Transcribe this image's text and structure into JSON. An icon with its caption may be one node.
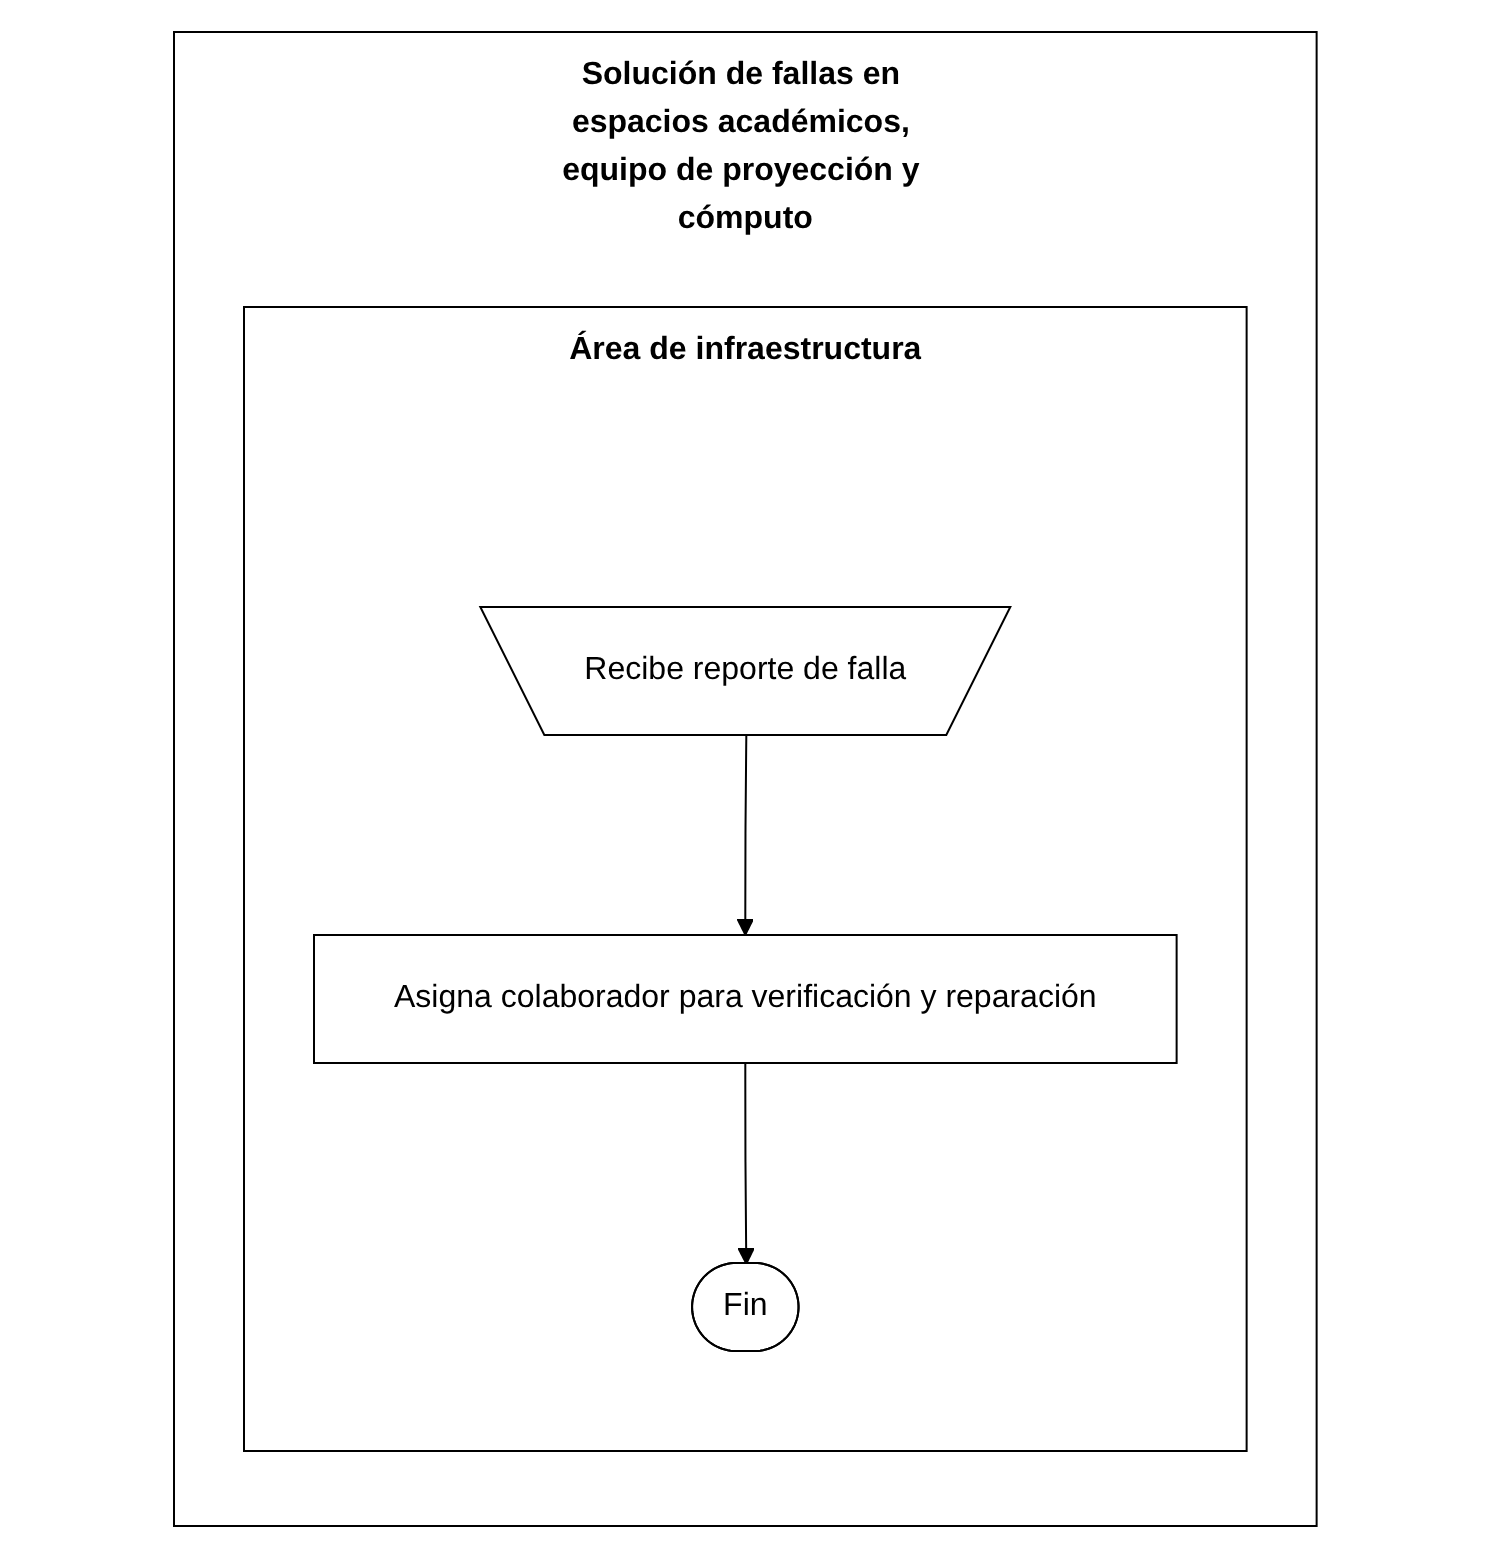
{
  "diagram": {
    "nodes": [
      {
        "text": [
          "Solución de fallas en espacios académicos, equipo de proyección y cómputo"
        ]
      },
      {
        "text": [
          "Área de infraestructura"
        ],
        "in": 0
      },
      {
        "text": [
          "Recibe reporte de falla"
        ],
        "in": 1
      },
      {
        "text": [
          "Asigna colaborador para verificación y reparación"
        ],
        "in": 1
      },
      {
        "text": [
          "Fin"
        ],
        "in": 1
      }
    ],
    "edges": [
      {
        "from": 2,
        "to": 3,
        "arrow": "to"
      },
      {
        "from": 3,
        "to": 4,
        "arrow": "to"
      }
    ]
  }
}
